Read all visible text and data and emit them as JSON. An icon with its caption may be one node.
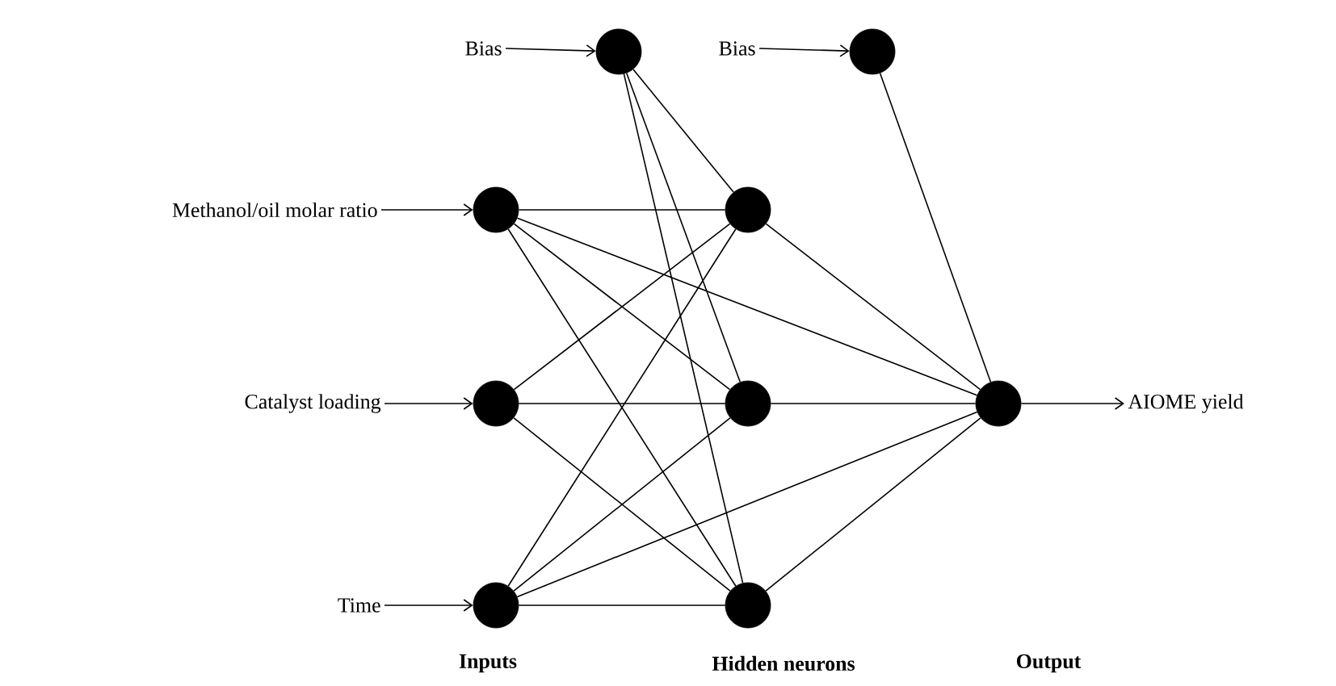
{
  "diagram": {
    "nodes": [
      {
        "text": [
          "Bias"
        ]
      },
      {
        "text": [],
        "shape": "circle"
      },
      {
        "text": [
          "Bias"
        ]
      },
      {
        "text": [],
        "shape": "circle"
      },
      {
        "text": [
          "Methanol/oil molar ratio"
        ]
      },
      {
        "text": [],
        "shape": "circle"
      },
      {
        "text": [
          "Catalyst loading"
        ]
      },
      {
        "text": [],
        "shape": "circle"
      },
      {
        "text": [
          "Time"
        ]
      },
      {
        "text": [],
        "shape": "circle"
      },
      {
        "text": [],
        "shape": "circle"
      },
      {
        "text": [],
        "shape": "circle"
      },
      {
        "text": [],
        "shape": "circle"
      },
      {
        "text": [],
        "shape": "circle"
      },
      {
        "text": [
          "AIOME yield"
        ]
      }
    ],
    "edges": [
      {
        "from": 0,
        "to": 1,
        "arrow": "to"
      },
      {
        "from": 2,
        "to": 3,
        "arrow": "to"
      },
      {
        "from": 4,
        "to": 5,
        "arrow": "to"
      },
      {
        "from": 6,
        "to": 7,
        "arrow": "to"
      },
      {
        "from": 8,
        "to": 9,
        "arrow": "to"
      },
      {
        "from": 1,
        "to": 10,
        "arrow": "none"
      },
      {
        "from": 1,
        "to": 11,
        "arrow": "none"
      },
      {
        "from": 1,
        "to": 12,
        "arrow": "none"
      },
      {
        "from": 5,
        "to": 10,
        "arrow": "none"
      },
      {
        "from": 5,
        "to": 11,
        "arrow": "none"
      },
      {
        "from": 5,
        "to": 12,
        "arrow": "none"
      },
      {
        "from": 7,
        "to": 10,
        "arrow": "none"
      },
      {
        "from": 7,
        "to": 11,
        "arrow": "none"
      },
      {
        "from": 7,
        "to": 12,
        "arrow": "none"
      },
      {
        "from": 9,
        "to": 10,
        "arrow": "none"
      },
      {
        "from": 9,
        "to": 11,
        "arrow": "none"
      },
      {
        "from": 9,
        "to": 12,
        "arrow": "none"
      },
      {
        "from": 5,
        "to": 13,
        "arrow": "none"
      },
      {
        "from": 9,
        "to": 13,
        "arrow": "none"
      },
      {
        "from": 10,
        "to": 13,
        "arrow": "none"
      },
      {
        "from": 11,
        "to": 13,
        "arrow": "none"
      },
      {
        "from": 12,
        "to": 13,
        "arrow": "none"
      },
      {
        "from": 3,
        "to": 13,
        "arrow": "none"
      },
      {
        "from": 13,
        "to": 14,
        "arrow": "to"
      }
    ],
    "labels": [
      "Inputs",
      "Hidden neurons",
      "Output"
    ]
  }
}
